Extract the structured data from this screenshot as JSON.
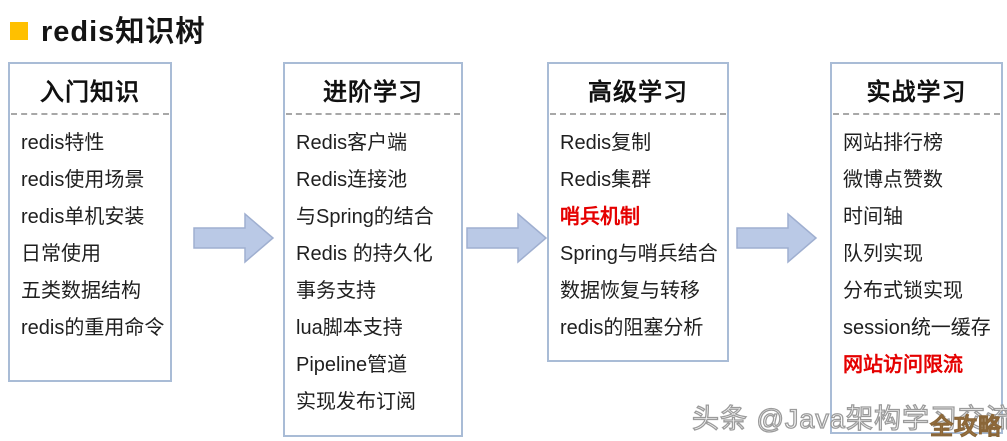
{
  "title": {
    "text": "redis知识树",
    "bullet_icon": "orange-square-bullet"
  },
  "colors": {
    "bullet": "#FFC000",
    "box_border": "#A9BCD6",
    "dash": "#A8A8A8",
    "item": "#1F1F1F",
    "highlight": "#E50000",
    "arrow_fill": "#BAC9E6",
    "arrow_edge": "#9FAFD0",
    "stamp": "#B98D55"
  },
  "columns": [
    {
      "header": "入门知识",
      "items": [
        {
          "text": "redis特性",
          "highlight": false
        },
        {
          "text": "redis使用场景",
          "highlight": false
        },
        {
          "text": "redis单机安装",
          "highlight": false
        },
        {
          "text": "日常使用",
          "highlight": false
        },
        {
          "text": "五类数据结构",
          "highlight": false
        },
        {
          "text": "redis的重用命令",
          "highlight": false
        }
      ]
    },
    {
      "header": "进阶学习",
      "items": [
        {
          "text": "Redis客户端",
          "highlight": false
        },
        {
          "text": "Redis连接池",
          "highlight": false
        },
        {
          "text": "与Spring的结合",
          "highlight": false
        },
        {
          "text": "Redis 的持久化",
          "highlight": false
        },
        {
          "text": "事务支持",
          "highlight": false
        },
        {
          "text": "lua脚本支持",
          "highlight": false
        },
        {
          "text": "Pipeline管道",
          "highlight": false
        },
        {
          "text": "实现发布订阅",
          "highlight": false
        }
      ]
    },
    {
      "header": "高级学习",
      "items": [
        {
          "text": "Redis复制",
          "highlight": false
        },
        {
          "text": "Redis集群",
          "highlight": false
        },
        {
          "text": "哨兵机制",
          "highlight": true
        },
        {
          "text": "Spring与哨兵结合",
          "highlight": false
        },
        {
          "text": "数据恢复与转移",
          "highlight": false
        },
        {
          "text": "redis的阻塞分析",
          "highlight": false
        }
      ]
    },
    {
      "header": "实战学习",
      "items": [
        {
          "text": "网站排行榜",
          "highlight": false
        },
        {
          "text": "微博点赞数",
          "highlight": false
        },
        {
          "text": "时间轴",
          "highlight": false
        },
        {
          "text": "队列实现",
          "highlight": false
        },
        {
          "text": "分布式锁实现",
          "highlight": false
        },
        {
          "text": "session统一缓存",
          "highlight": false
        },
        {
          "text": "网站访问限流",
          "highlight": true
        }
      ]
    }
  ],
  "arrows": {
    "count": 3,
    "icon": "right-block-arrow-icon"
  },
  "watermark": {
    "text": "头条 @Java架构学习交流",
    "stamp": "全攻略"
  }
}
